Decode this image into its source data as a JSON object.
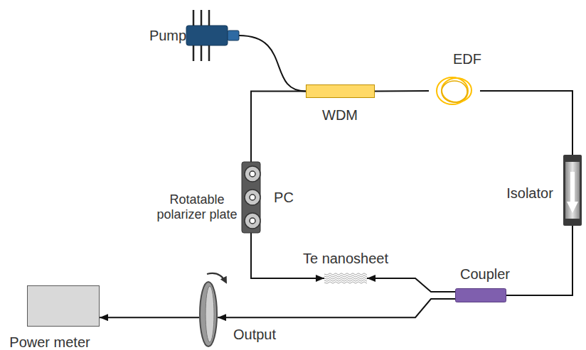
{
  "diagram": {
    "nodes": [
      {
        "text": [
          "Pump"
        ]
      },
      {
        "text": [
          "WDM"
        ]
      },
      {
        "text": [
          "EDF"
        ]
      },
      {
        "text": [
          "PC"
        ]
      },
      {
        "text": [
          "Isolator"
        ]
      },
      {
        "text": [
          "Te nanosheet"
        ]
      },
      {
        "text": [
          "Coupler"
        ]
      },
      {
        "text": [
          "Rotatable polarizer plate"
        ]
      },
      {
        "text": [
          "Power meter"
        ]
      }
    ],
    "edges": [
      {
        "from": 0,
        "to": 1,
        "arrow": "none"
      },
      {
        "from": 1,
        "to": 2,
        "arrow": "none"
      },
      {
        "from": 2,
        "to": 4,
        "arrow": "none"
      },
      {
        "from": 4,
        "to": 6,
        "arrow": "none"
      },
      {
        "from": 6,
        "to": 5,
        "arrow": "to"
      },
      {
        "from": 1,
        "to": 3,
        "arrow": "none"
      },
      {
        "from": 3,
        "to": 5,
        "arrow": "to"
      },
      {
        "from": 6,
        "to": 7,
        "label": "Output",
        "arrow": "to"
      },
      {
        "from": 7,
        "to": 8,
        "arrow": "to"
      }
    ]
  }
}
